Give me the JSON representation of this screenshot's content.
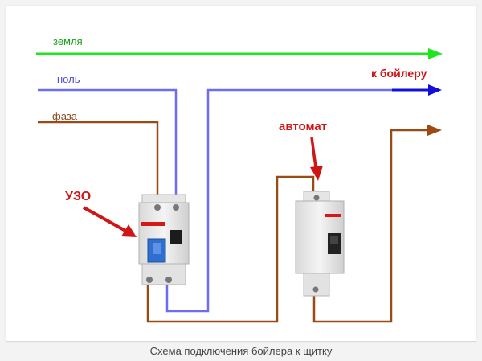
{
  "labels": {
    "ground": "земля",
    "neutral": "ноль",
    "phase": "фаза",
    "to_boiler": "к бойлеру",
    "rcd": "УЗО",
    "breaker": "автомат"
  },
  "caption": "Схема подключения бойлера к щитку",
  "colors": {
    "ground": "#1ee61e",
    "neutral": "#6d6df0",
    "phase": "#9a4a12",
    "accent": "#d01515",
    "device_body": "#e9e9e9",
    "rcd_button": "#2f6fd0"
  }
}
